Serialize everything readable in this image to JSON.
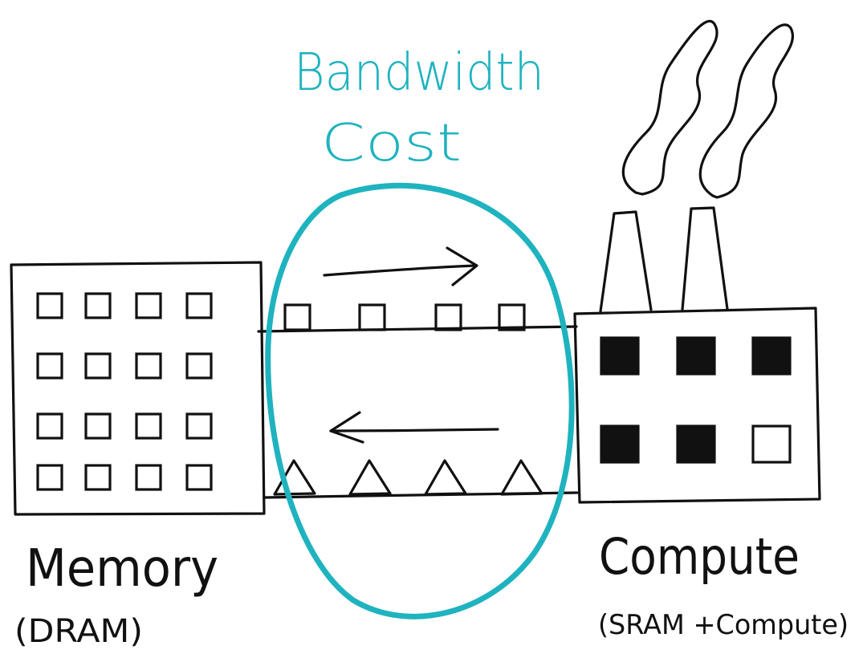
{
  "diagram": {
    "title": {
      "line1": "Bandwidth",
      "line2": "Cost"
    },
    "memory": {
      "label": "Memory",
      "sublabel": "(DRAM)"
    },
    "compute": {
      "label": "Compute",
      "sublabel": "(SRAM +Compute)"
    },
    "colors": {
      "ink": "#111111",
      "accent": "#1fb3bf",
      "background": "#ffffff"
    },
    "flows": [
      {
        "direction": "memory-to-compute",
        "payload_shape": "square",
        "count": 4
      },
      {
        "direction": "compute-to-memory",
        "payload_shape": "triangle",
        "count": 4
      }
    ],
    "memory_cells": {
      "rows": 4,
      "cols": 4,
      "filled": 0
    },
    "compute_cells": {
      "rows": 2,
      "cols": 3,
      "filled": 5
    }
  }
}
